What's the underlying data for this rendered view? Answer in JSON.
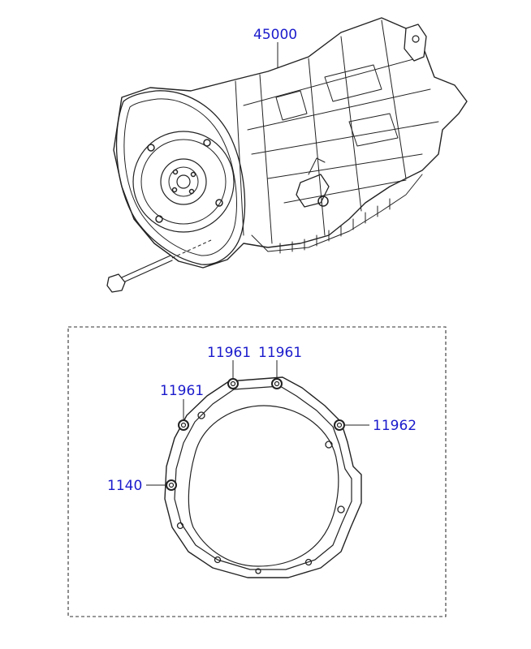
{
  "callouts": {
    "transmission_assy": "45000",
    "stud_top_left": "11961",
    "stud_top_right": "11961",
    "stud_left": "11961",
    "bolt_right": "11962",
    "bolt_lower_left": "1140"
  },
  "colors": {
    "callout_text": "#1a1acc",
    "line_art": "#222222",
    "background": "#ffffff"
  }
}
